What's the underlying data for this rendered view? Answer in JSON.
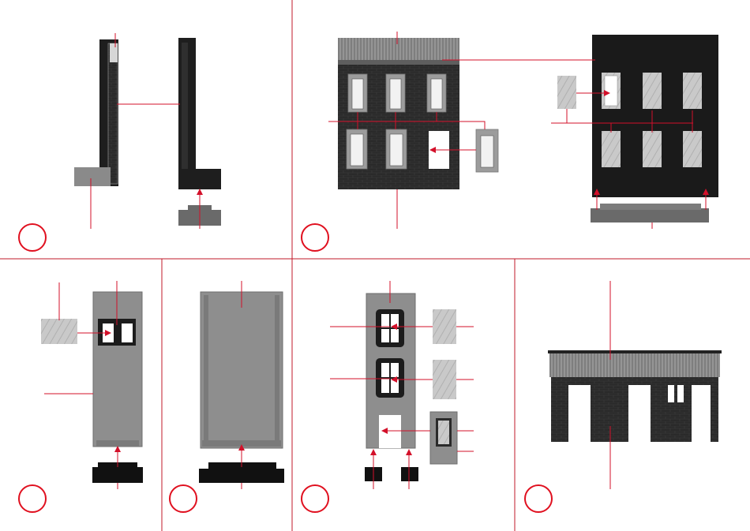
{
  "diagram": {
    "title": "",
    "colors": {
      "divider": "#c0192a",
      "leader": "#d3102a",
      "badge": "#e0101f",
      "part_dark": "#1c1c1c",
      "part_grey": "#8a8a8a",
      "part_light": "#b9b9b9",
      "glass": "#c8c8c8",
      "window_frame": "#9a9a9a"
    },
    "steps": [
      {
        "id": "step-1",
        "number": "",
        "label_on_part": "",
        "arrow_directions": [
          "up"
        ]
      },
      {
        "id": "step-2",
        "number": "",
        "label_on_part": "",
        "arrow_directions": [
          "left",
          "right",
          "up",
          "up"
        ]
      },
      {
        "id": "step-3",
        "number": "",
        "label_on_part": "",
        "arrow_directions": [
          "right",
          "up"
        ]
      },
      {
        "id": "step-4",
        "number": "",
        "label_on_part": "",
        "arrow_directions": [
          "up"
        ]
      },
      {
        "id": "step-5",
        "number": "",
        "label_on_part": "",
        "arrow_directions": [
          "right",
          "right",
          "left",
          "up",
          "up"
        ]
      },
      {
        "id": "step-6",
        "number": "",
        "label_on_part": "",
        "arrow_directions": []
      }
    ],
    "part_stamps": {
      "step1_code": "",
      "step3_code": "",
      "step4_code": ""
    }
  }
}
